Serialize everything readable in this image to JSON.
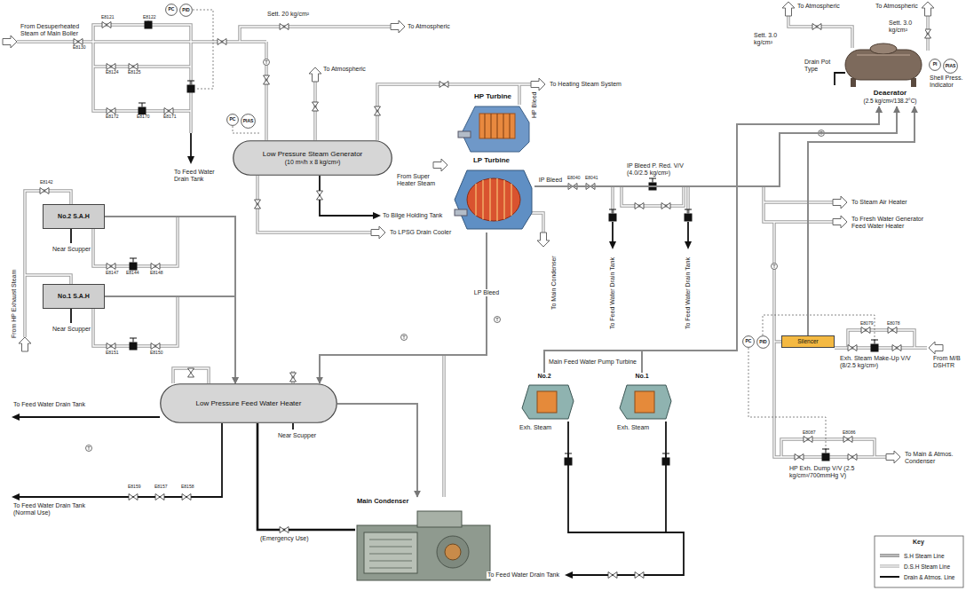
{
  "diagram": {
    "nodes": [
      {
        "text": [
          "Low Pressure Steam Generator",
          "(10 m³/h x 8 kg/cm²)"
        ]
      },
      {
        "text": [
          "HP Turbine"
        ]
      },
      {
        "text": [
          "LP Turbine"
        ]
      },
      {
        "text": [
          "Deaerator",
          "(2.5 kg/cm²/138.2°C)"
        ]
      },
      {
        "text": [
          "No.2 S.A.H"
        ]
      },
      {
        "text": [
          "No.1 S.A.H"
        ]
      },
      {
        "text": [
          "Low Pressure Feed Water Heater"
        ]
      },
      {
        "text": [
          "Main Condenser"
        ]
      },
      {
        "text": [
          "No.2"
        ]
      },
      {
        "text": [
          "No.1"
        ]
      },
      {
        "text": [
          "Silencer"
        ]
      },
      {
        "text": [
          "PC"
        ]
      },
      {
        "text": [
          "PID"
        ]
      },
      {
        "text": [
          "PC"
        ]
      },
      {
        "text": [
          "PIAS"
        ]
      },
      {
        "text": [
          "PC"
        ]
      },
      {
        "text": [
          "PID"
        ]
      },
      {
        "text": [
          "PI"
        ]
      },
      {
        "text": [
          "PIAS"
        ]
      }
    ],
    "edges": [
      {
        "from": 2,
        "to": 3,
        "arrow": "to",
        "label": "IP Bleed"
      },
      {
        "from": 2,
        "to": 6,
        "arrow": "to",
        "label": "LP Bleed"
      },
      {
        "from": 8,
        "to": 3,
        "arrow": "to"
      },
      {
        "from": 9,
        "to": 3,
        "arrow": "to"
      },
      {
        "from": 10,
        "to": 3,
        "arrow": "to"
      },
      {
        "from": 4,
        "to": 6,
        "arrow": "to"
      },
      {
        "from": 5,
        "to": 6,
        "arrow": "to"
      },
      {
        "from": 6,
        "to": 7,
        "arrow": "to"
      }
    ],
    "labels": [
      "From Desuperheated Steam of Main Boiler",
      "To Atmospheric",
      "Sett. 20 kg/cm²",
      "To Atmospheric",
      "To Heating Steam System",
      "From Super Heater Steam",
      "To Feed Water Drain Tank",
      "To Bilge Holding Tank",
      "To LPSG Drain Cooler",
      "HP Bleed",
      "To Main Condenser",
      "To Feed Water Drain Tank",
      "To Feed Water Drain Tank",
      "IP Bleed P. Red. V/V (4.0/2.5 kg/cm²)",
      "Sett. 3.0 kg/cm²",
      "Sett. 3.0 kg/cm²",
      "To Atmospheric",
      "To Atmospheric",
      "Drain Pot Type",
      "Shell Press. Indicator",
      "To Steam Air Heater",
      "To Fresh Water Generator Feed Water Heater",
      "From M/B DSHTR",
      "Exh. Steam Make-Up V/V (8/2.5 kg/cm²)",
      "HP Exh. Dump V/V (2.5 kg/cm²/700mmHg V)",
      "To Main & Atmos. Condenser",
      "Main Feed Water Pump Turbine",
      "Exh. Steam",
      "Exh. Steam",
      "From HP Exhaust Steam",
      "To Feed Water Drain Tank",
      "To Feed Water Drain Tank (Normal Use)",
      "(Emergency Use)",
      "To Feed Water Drain Tank",
      "Near Scupper",
      "Near Scupper",
      "Near Scupper",
      "Key",
      "E8130",
      "E8121",
      "E8122",
      "E8124",
      "E8125",
      "E8172",
      "E8170",
      "E8171",
      "E8142",
      "E8147",
      "E8144",
      "E8148",
      "E8151",
      "E8150",
      "E8040",
      "E8041",
      "E8079",
      "E8078",
      "E8087",
      "E8086",
      "E8159",
      "E8157",
      "E8158"
    ],
    "legend": [
      {
        "text": "S.H Steam Line"
      },
      {
        "text": "D.S.H Steam Line"
      },
      {
        "text": "Drain & Atmos. Line"
      }
    ]
  }
}
